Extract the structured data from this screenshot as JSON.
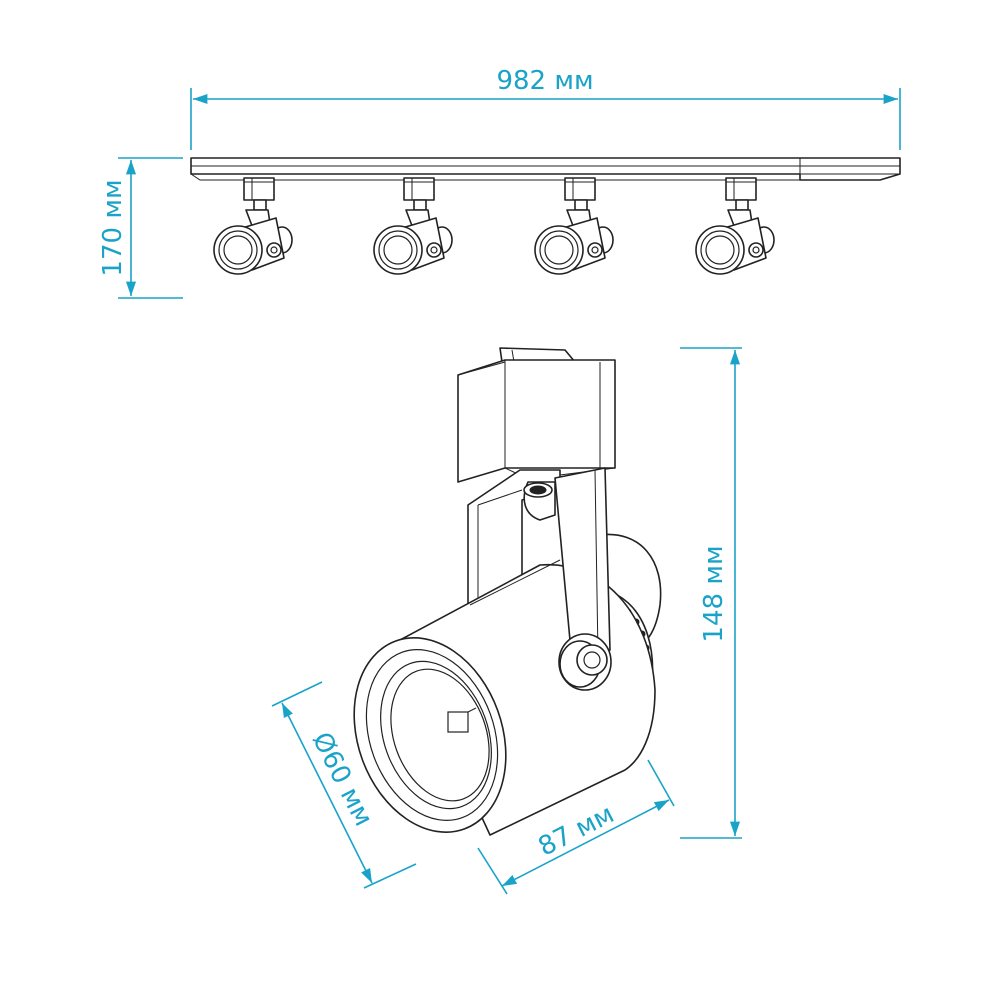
{
  "colors": {
    "dimension": "#1aa3c8",
    "outline": "#222222",
    "background": "#ffffff"
  },
  "dimensions": {
    "track_length": "982 мм",
    "total_height": "170 мм",
    "spot_height": "148 мм",
    "spot_length": "87 мм",
    "spot_diameter": "Ø60 мм"
  },
  "spot_count": 4
}
